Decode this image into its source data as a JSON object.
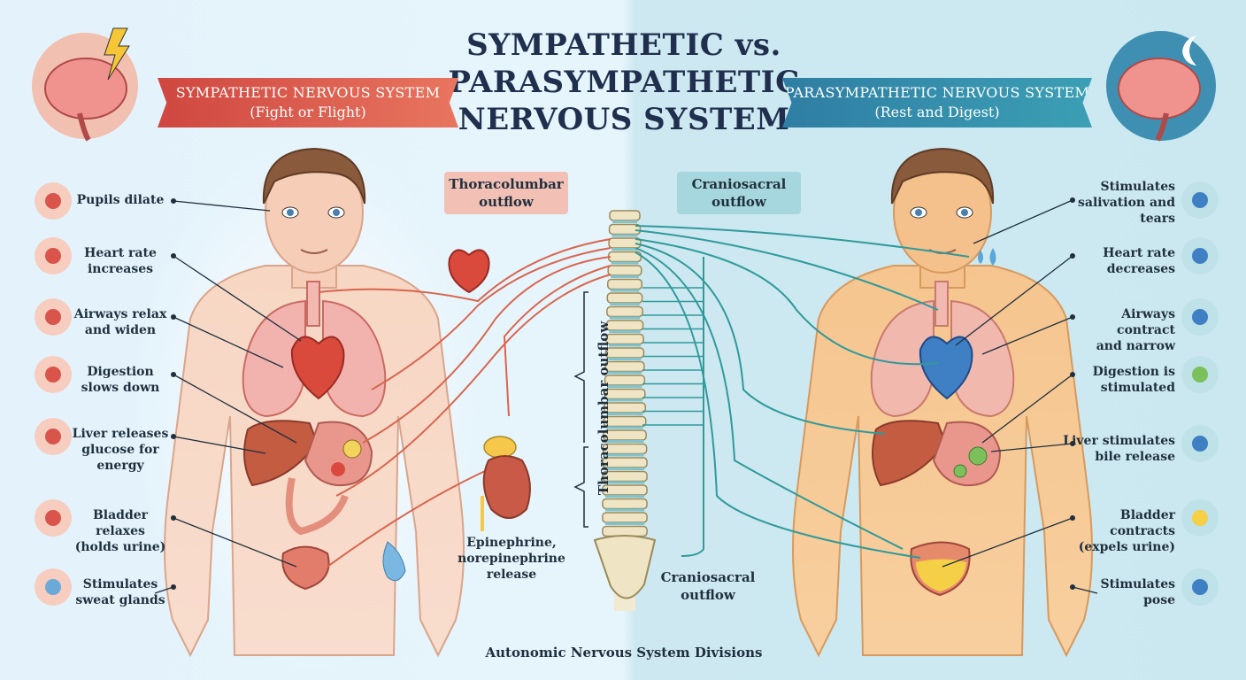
{
  "title_line1": "SYMPATHETIC vs. PARASYMPATHETIC",
  "title_line2": "NERVOUS SYSTEM",
  "sympathetic": {
    "title": "SYMPATHETIC NERVOUS SYSTEM",
    "subtitle": "(Fight or Flight)",
    "effects": [
      [
        "Pupils dilate"
      ],
      [
        "Heart rate",
        "increases"
      ],
      [
        "Airways relax",
        "and widen"
      ],
      [
        "Digestion",
        "slows down"
      ],
      [
        "Liver releases",
        "glucose for",
        "energy"
      ],
      [
        "Bladder relaxes",
        "(holds urine)"
      ],
      [
        "Stimulates",
        "sweat glands"
      ]
    ]
  },
  "parasympathetic": {
    "title": "PARASYMPATHETIC NERVOUS SYSTEM",
    "subtitle": "(Rest and Digest)",
    "effects": [
      [
        "Stimulates",
        "salivation and",
        "tears"
      ],
      [
        "Heart rate",
        "decreases"
      ],
      [
        "Airways contract",
        "and narrow"
      ],
      [
        "Digestion is",
        "stimulated"
      ],
      [
        "Liver stimulates",
        "bile release"
      ],
      [
        "Bladder contracts",
        "(expels urine)"
      ],
      [
        "Stimulates",
        "pose"
      ]
    ]
  },
  "center": {
    "thoracolumbar_box": [
      "Thoracolumbar",
      "outflow"
    ],
    "craniosacral_box": [
      "Craniosacral",
      "outflow"
    ],
    "thoracolumbar_vertical": "Thoracolumbar outflow",
    "adrenal_label": [
      "Epinephrine,",
      "norepinephrine",
      "release"
    ],
    "craniosacral_bottom": [
      "Craniosacral",
      "outflow"
    ]
  },
  "footer": "Autonomic Nervous System Divisions",
  "colors": {
    "sympathetic_accent": "#d9544a",
    "parasympathetic_accent": "#2f8aa8",
    "nerve_sym": "#d9654f",
    "nerve_para": "#2f9a9a",
    "skin": "#f6c8a8",
    "text": "#1f2f3d"
  }
}
